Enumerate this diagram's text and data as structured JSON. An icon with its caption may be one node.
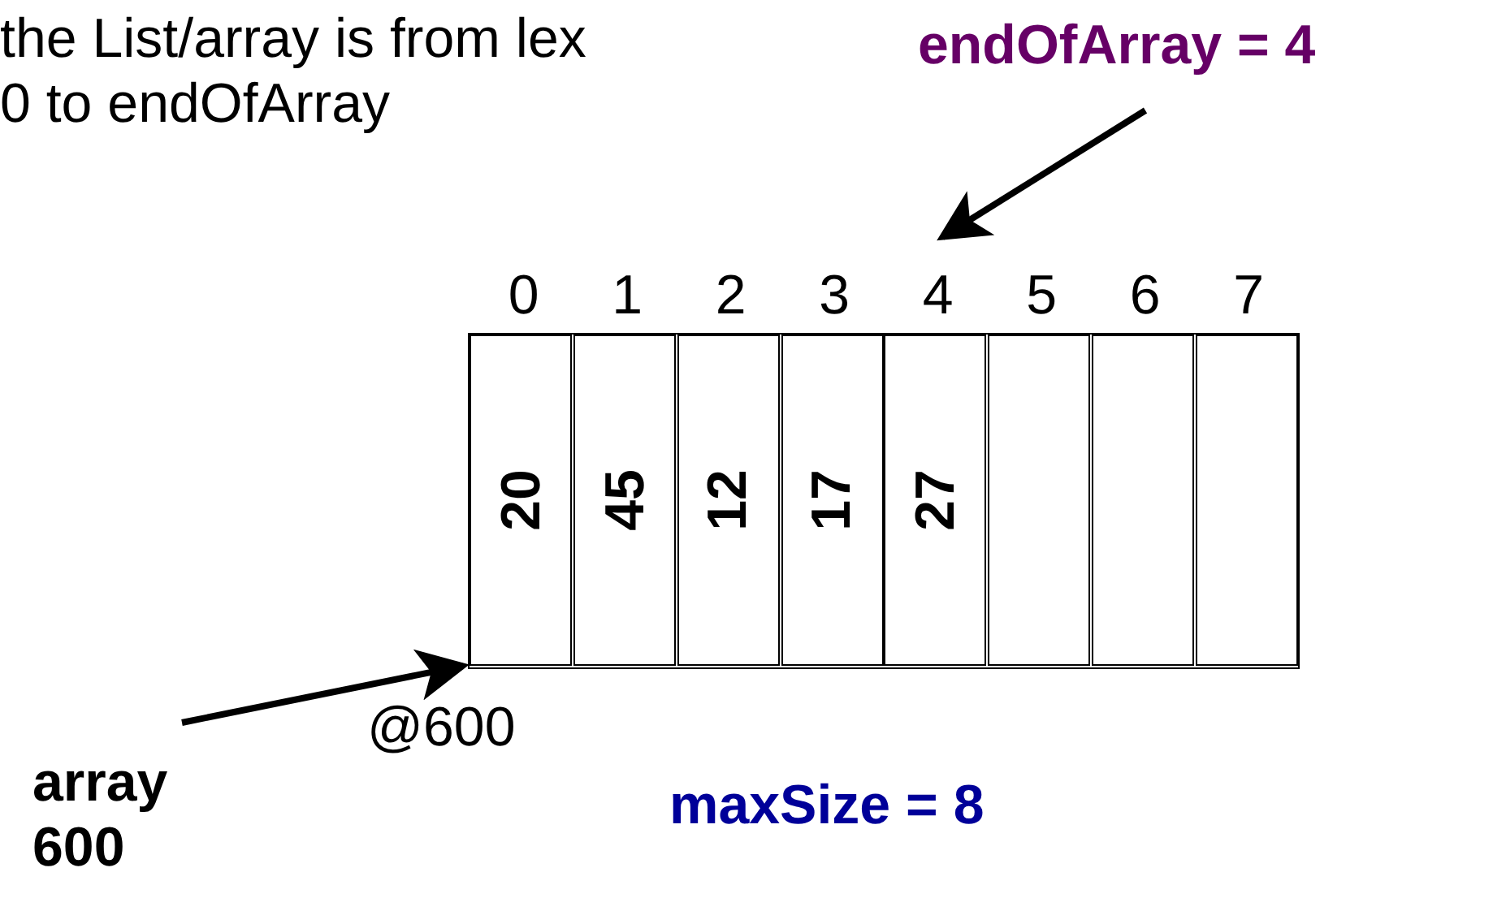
{
  "diagram": {
    "nodes": [
      {
        "text": [],
        "shape": "box",
        "beside": [
          "@600"
        ]
      },
      {
        "text": [
          "20"
        ],
        "in": 0,
        "beside": [
          "0"
        ]
      },
      {
        "text": [
          "45"
        ],
        "in": 0,
        "beside": [
          "1"
        ]
      },
      {
        "text": [
          "12"
        ],
        "in": 0,
        "beside": [
          "2"
        ]
      },
      {
        "text": [
          "17"
        ],
        "in": 0,
        "beside": [
          "3"
        ]
      },
      {
        "text": [
          "27"
        ],
        "in": 0,
        "beside": [
          "4"
        ]
      },
      {
        "text": [],
        "shape": "box",
        "in": 0,
        "beside": [
          "5"
        ]
      },
      {
        "text": [],
        "shape": "box",
        "in": 0,
        "beside": [
          "6"
        ]
      },
      {
        "text": [],
        "shape": "box",
        "in": 0,
        "beside": [
          "7"
        ]
      },
      {
        "text": [
          "endOfArray = 4"
        ]
      },
      {
        "text": [
          "array 600"
        ]
      }
    ],
    "edges": [
      {
        "from": 9,
        "to": 5,
        "arrow": "to"
      },
      {
        "from": 10,
        "to": 0,
        "arrow": "to"
      }
    ],
    "labels": [
      "the List/array is from lex 0 to endOfArray",
      "maxSize = 8"
    ]
  }
}
